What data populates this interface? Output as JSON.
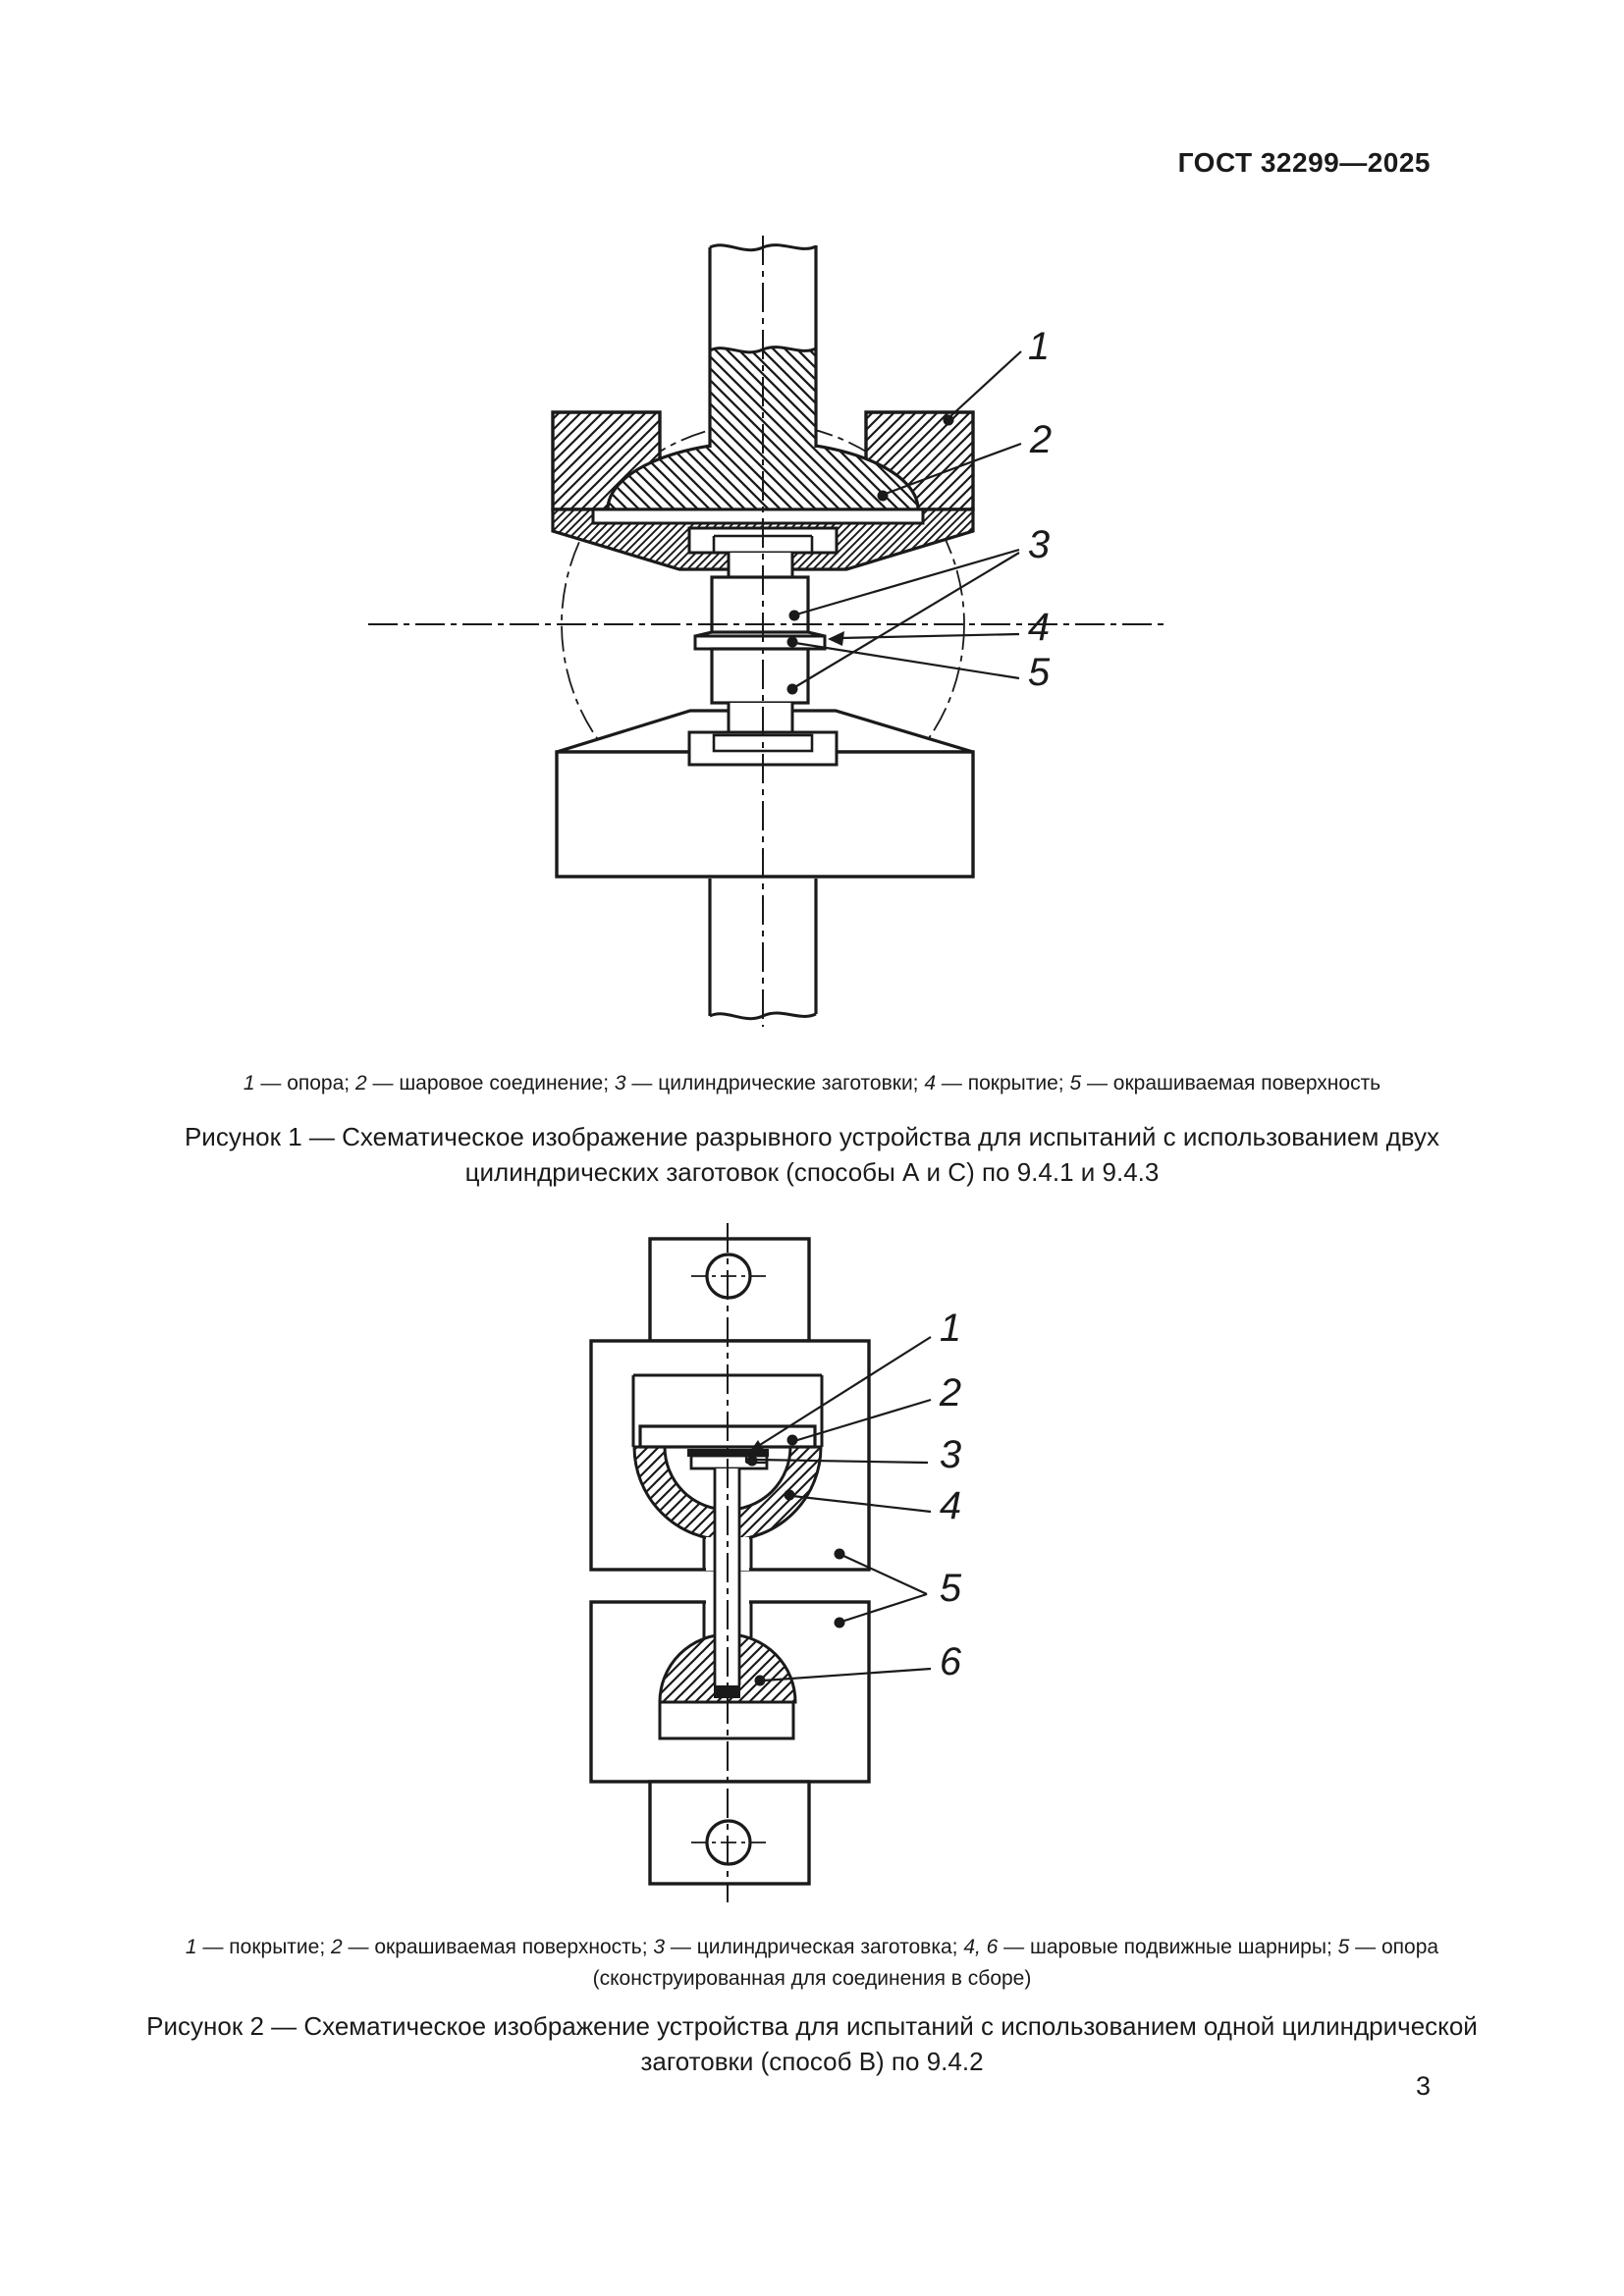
{
  "page": {
    "header_right": "ГОСТ 32299—2025",
    "page_number": "3"
  },
  "colors": {
    "ink": "#1a1a1a",
    "paper": "#ffffff"
  },
  "figure1": {
    "callouts": [
      "1",
      "2",
      "3",
      "4",
      "5"
    ],
    "legend_segments": [
      {
        "text": "1",
        "italic": true
      },
      {
        "text": " — опора; ",
        "italic": false
      },
      {
        "text": "2",
        "italic": true
      },
      {
        "text": " — шаровое соединение; ",
        "italic": false
      },
      {
        "text": "3",
        "italic": true
      },
      {
        "text": " — цилиндрические заготовки; ",
        "italic": false
      },
      {
        "text": "4",
        "italic": true
      },
      {
        "text": " — покрытие; ",
        "italic": false
      },
      {
        "text": "5",
        "italic": true
      },
      {
        "text": " — окрашиваемая поверхность",
        "italic": false
      }
    ],
    "caption_line1": "Рисунок 1 — Схематическое изображение разрывного устройства для испытаний с использованием двух",
    "caption_line2": "цилиндрических заготовок (способы А и С) по 9.4.1 и 9.4.3"
  },
  "figure2": {
    "callouts": [
      "1",
      "2",
      "3",
      "4",
      "5",
      "6"
    ],
    "legend_segments": [
      {
        "text": "1",
        "italic": true
      },
      {
        "text": " — покрытие; ",
        "italic": false
      },
      {
        "text": "2",
        "italic": true
      },
      {
        "text": " — окрашиваемая поверхность; ",
        "italic": false
      },
      {
        "text": "3",
        "italic": true
      },
      {
        "text": " — цилиндрическая заготовка; ",
        "italic": false
      },
      {
        "text": "4, 6",
        "italic": true
      },
      {
        "text": " — шаровые подвижные шарниры; ",
        "italic": false
      },
      {
        "text": "5",
        "italic": true
      },
      {
        "text": " — опора",
        "italic": false
      }
    ],
    "legend_line2": "(сконструированная для соединения в сборе)",
    "caption_line1": "Рисунок 2 — Схематическое изображение устройства для испытаний с использованием одной цилиндрической",
    "caption_line2": "заготовки (способ B) по 9.4.2"
  }
}
